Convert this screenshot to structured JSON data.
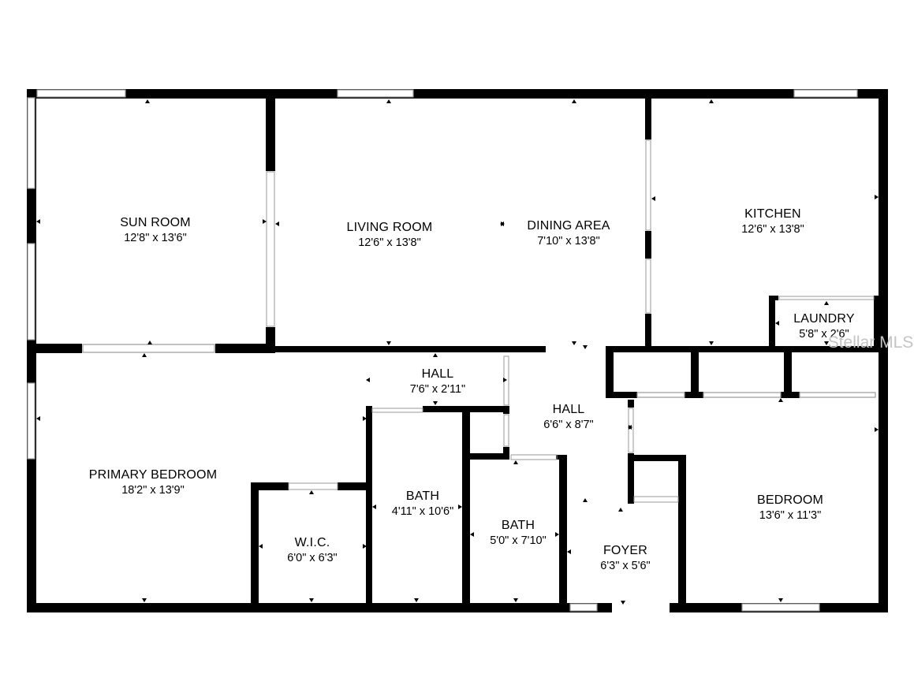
{
  "colors": {
    "wall": "#000000",
    "window": "#9a9a9a",
    "background": "#ffffff",
    "watermark": "#c4c4c4"
  },
  "watermark": "Stellar MLS",
  "rooms": [
    {
      "id": "sun-room",
      "name": "SUN ROOM",
      "dims": "12'8\" x 13'6\""
    },
    {
      "id": "living-room",
      "name": "LIVING ROOM",
      "dims": "12'6\" x 13'8\""
    },
    {
      "id": "dining-area",
      "name": "DINING AREA",
      "dims": "7'10\" x 13'8\""
    },
    {
      "id": "kitchen",
      "name": "KITCHEN",
      "dims": "12'6\" x 13'8\""
    },
    {
      "id": "laundry",
      "name": "LAUNDRY",
      "dims": "5'8\" x 2'6\""
    },
    {
      "id": "hall-upper",
      "name": "HALL",
      "dims": "7'6\" x 2'11\""
    },
    {
      "id": "hall-center",
      "name": "HALL",
      "dims": "6'6\" x 8'7\""
    },
    {
      "id": "primary-bedroom",
      "name": "PRIMARY BEDROOM",
      "dims": "18'2\" x 13'9\""
    },
    {
      "id": "bath-1",
      "name": "BATH",
      "dims": "4'11\" x 10'6\""
    },
    {
      "id": "bath-2",
      "name": "BATH",
      "dims": "5'0\" x 7'10\""
    },
    {
      "id": "wic",
      "name": "W.I.C.",
      "dims": "6'0\" x 6'3\""
    },
    {
      "id": "foyer",
      "name": "FOYER",
      "dims": "6'3\" x 5'6\""
    },
    {
      "id": "bedroom",
      "name": "BEDROOM",
      "dims": "13'6\" x 11'3\""
    }
  ]
}
